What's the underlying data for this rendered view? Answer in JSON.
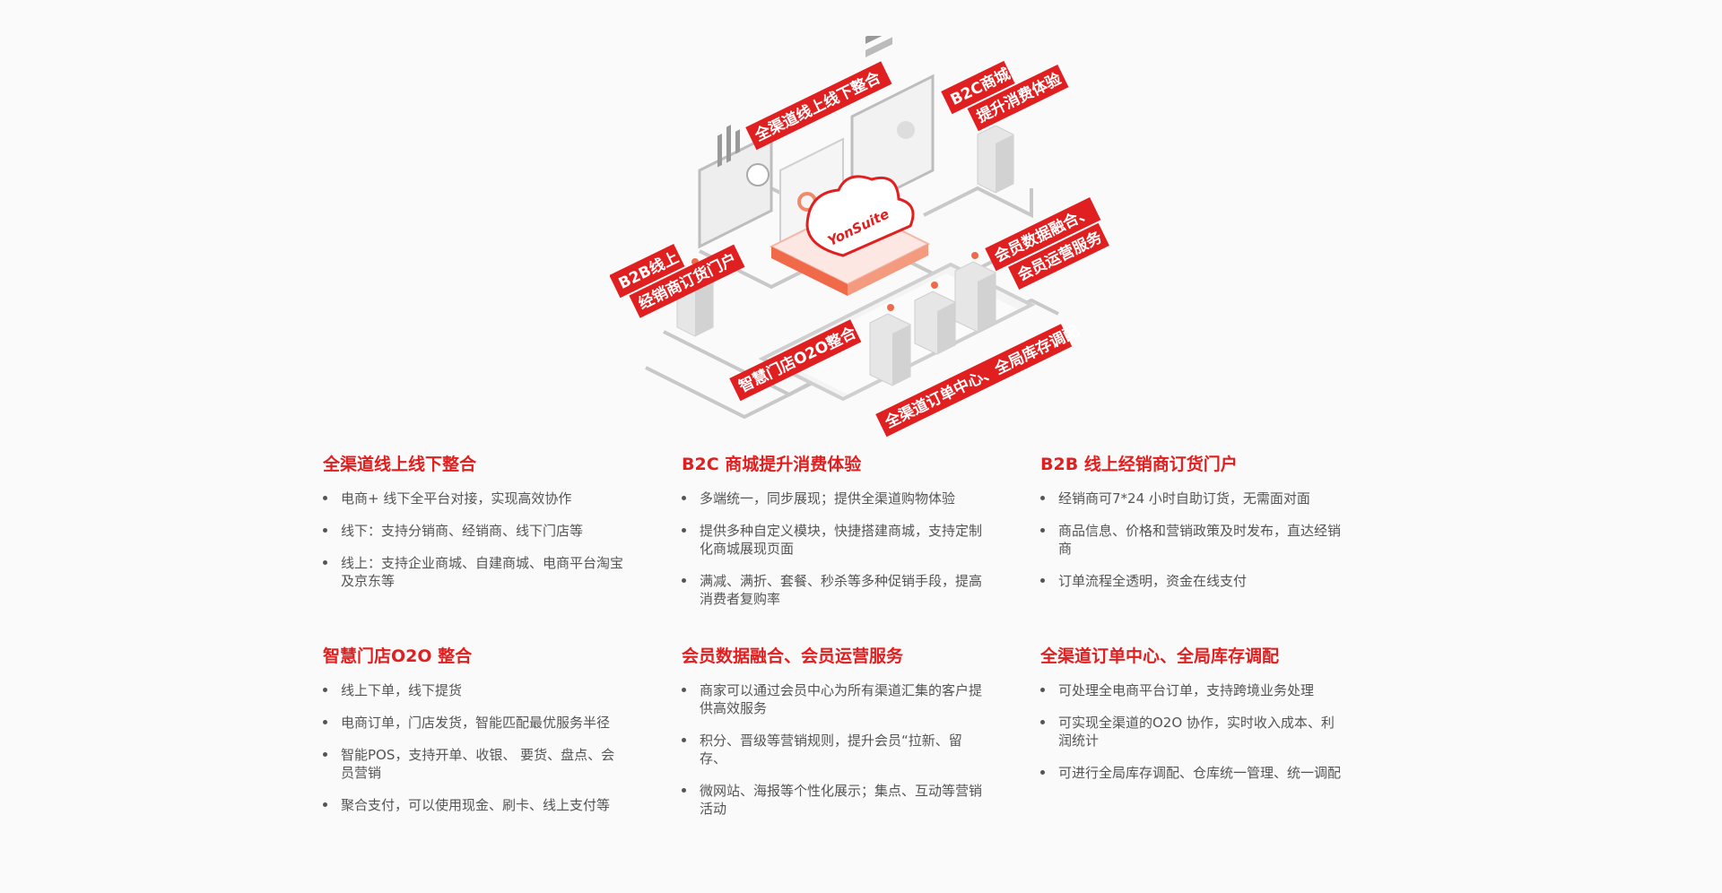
{
  "illustration": {
    "brand": "YonSuite",
    "tags": {
      "omni_channel": "全渠道线上线下整合",
      "b2c_line1": "B2C商城",
      "b2c_line2": "提升消费体验",
      "b2b_line1": "B2B线上",
      "b2b_line2": "经销商订货门户",
      "member_line1": "会员数据融合、",
      "member_line2": "会员运营服务",
      "o2o": "智慧门店O2O整合",
      "order_center": "全渠道订单中心、全局库存调配"
    }
  },
  "features": [
    {
      "title": "全渠道线上线下整合",
      "items": [
        "电商+ 线下全平台对接，实现高效协作",
        "线下：支持分销商、经销商、线下门店等",
        "线上：支持企业商城、自建商城、电商平台淘宝及京东等"
      ]
    },
    {
      "title": "B2C 商城提升消费体验",
      "items": [
        "多端统一，同步展现；提供全渠道购物体验",
        "提供多种自定义模块，快捷搭建商城，支持定制化商城展现页面",
        "满减、满折、套餐、秒杀等多种促销手段，提高消费者复购率"
      ]
    },
    {
      "title": "B2B 线上经销商订货门户",
      "items": [
        "经销商可7*24 小时自助订货，无需面对面",
        "商品信息、价格和营销政策及时发布，直达经销商",
        "订单流程全透明，资金在线支付"
      ]
    },
    {
      "title": "智慧门店O2O 整合",
      "items": [
        "线上下单，线下提货",
        "电商订单，门店发货，智能匹配最优服务半径",
        "智能POS，支持开单、收银、 要货、盘点、会员营销",
        "聚合支付，可以使用现金、刷卡、线上支付等"
      ]
    },
    {
      "title": "会员数据融合、会员运营服务",
      "items": [
        "商家可以通过会员中心为所有渠道汇集的客户提供高效服务",
        "积分、晋级等营销规则，提升会员“拉新、留存、",
        "微网站、海报等个性化展示；集点、互动等营销活动"
      ]
    },
    {
      "title": "全渠道订单中心、全局库存调配",
      "items": [
        "可处理全电商平台订单，支持跨境业务处理",
        "可实现全渠道的O2O 协作，实时收入成本、利润统计",
        "可进行全局库存调配、仓库统一管理、统一调配"
      ]
    }
  ],
  "colors": {
    "accent": "#e02020",
    "text": "#555555",
    "background": "#fafafa"
  }
}
